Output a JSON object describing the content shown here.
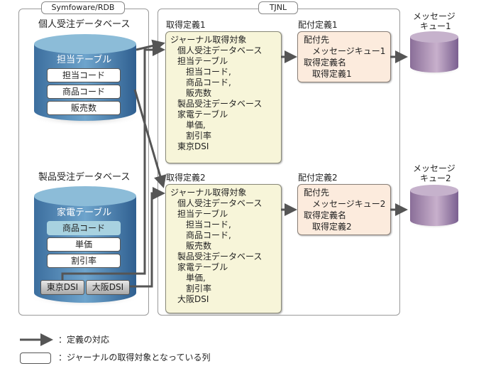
{
  "left_panel": {
    "tag": "Symfoware/RDB",
    "db1": {
      "title": "個人受注データベース",
      "table": "担当テーブル",
      "fields": [
        {
          "label": "担当コード",
          "journal_target": true
        },
        {
          "label": "商品コード",
          "journal_target": true
        },
        {
          "label": "販売数",
          "journal_target": true
        }
      ]
    },
    "db2": {
      "title": "製品受注データベース",
      "table": "家電テーブル",
      "fields": [
        {
          "label": "商品コード",
          "journal_target": false
        },
        {
          "label": "単価",
          "journal_target": true
        },
        {
          "label": "割引率",
          "journal_target": true
        }
      ],
      "dsi": [
        "東京DSI",
        "大阪DSI"
      ]
    }
  },
  "tjnl_panel": {
    "tag": "TJNL",
    "acquisition_defs": [
      {
        "title": "取得定義1",
        "lines": [
          "ジャーナル取得対象",
          "個人受注データベース",
          "担当テーブル",
          "担当コード,",
          "商品コード,",
          "販売数",
          "製品受注データベース",
          "家電テーブル",
          "単価,",
          "割引率",
          "東京DSI"
        ]
      },
      {
        "title": "取得定義2",
        "lines": [
          "ジャーナル取得対象",
          "個人受注データベース",
          "担当テーブル",
          "担当コード,",
          "商品コード,",
          "販売数",
          "製品受注データベース",
          "家電テーブル",
          "単価,",
          "割引率",
          "大阪DSI"
        ]
      }
    ],
    "delivery_defs": [
      {
        "title": "配付定義1",
        "lines": [
          "配付先",
          "メッセージキュー1",
          "取得定義名",
          "取得定義1"
        ]
      },
      {
        "title": "配付定義2",
        "lines": [
          "配付先",
          "メッセージキュー2",
          "取得定義名",
          "取得定義2"
        ]
      }
    ]
  },
  "queues": [
    {
      "line1": "メッセージ",
      "line2": "キュー1"
    },
    {
      "line1": "メッセージ",
      "line2": "キュー2"
    }
  ],
  "legend": {
    "arrow_label": "：定義の対応",
    "box_label": "：ジャーナルの取得対象となっている列"
  },
  "colors": {
    "db_cylinder": "#3f74a8",
    "queue_cylinder": "#9c82a8",
    "acquisition_box": "#f7f5d9",
    "delivery_box": "#fcebdd",
    "arrow": "#555555"
  }
}
